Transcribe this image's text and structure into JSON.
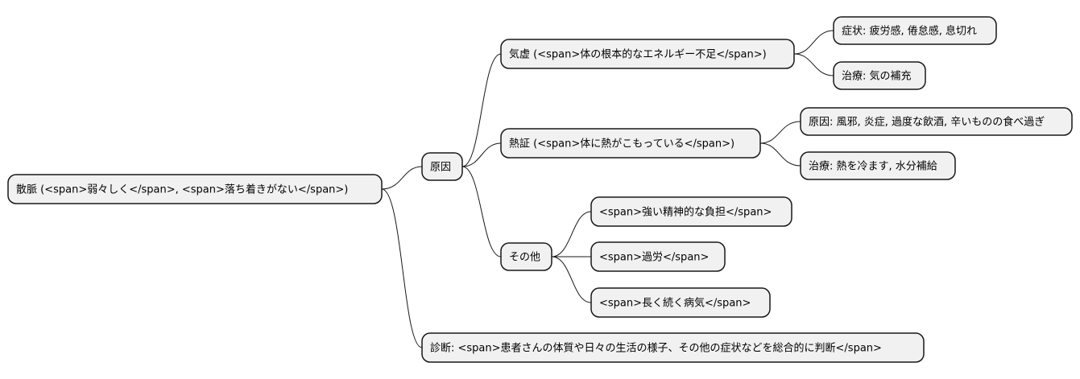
{
  "mindmap": {
    "root": "散脈 (<span>弱々しく</span>, <span>落ち着きがない</span>)",
    "cause": {
      "label": "原因",
      "qi_deficiency": {
        "label": "気虚 (<span>体の根本的なエネルギー不足</span>)",
        "symptoms": "症状: 疲労感, 倦怠感, 息切れ",
        "treatment": "治療: 気の補充"
      },
      "heat": {
        "label": "熱証 (<span>体に熱がこもっている</span>)",
        "causes": "原因: 風邪, 炎症, 過度な飲酒, 辛いものの食べ過ぎ",
        "treatment": "治療: 熱を冷ます, 水分補給"
      },
      "other": {
        "label": "その他",
        "items": [
          "<span>強い精神的な負担</span>",
          "<span>過労</span>",
          "<span>長く続く病気</span>"
        ]
      }
    },
    "diagnosis": "診断: <span>患者さんの体質や日々の生活の様子、その他の症状などを総合的に判断</span>"
  },
  "colors": {
    "node_fill": "#f1f1f1",
    "node_stroke": "#181818",
    "edge": "#181818",
    "text": "#000000"
  }
}
